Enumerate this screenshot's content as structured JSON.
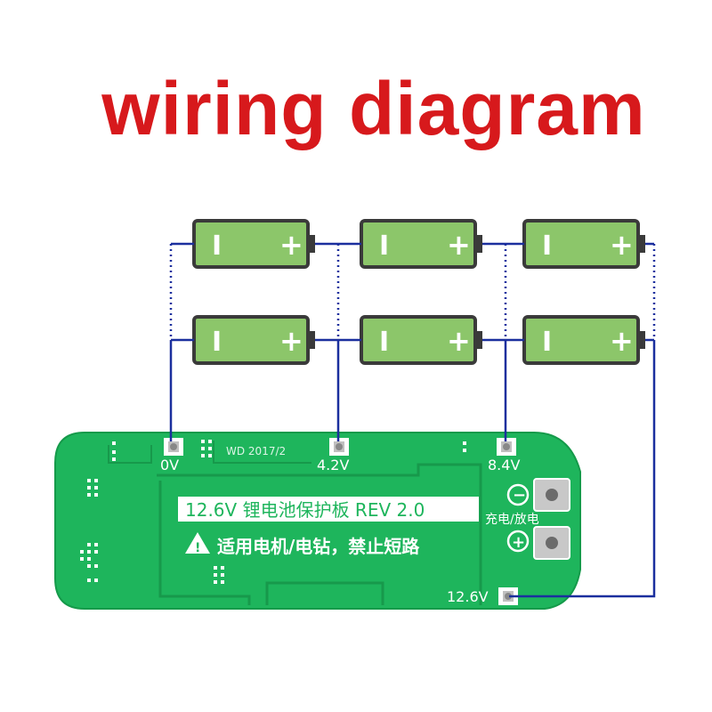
{
  "title": "wiring diagram",
  "battery": {
    "neg_symbol": "I",
    "pos_symbol": "+",
    "colors": {
      "body": "#8cc66a",
      "outline": "#3a3a3a"
    }
  },
  "board": {
    "label_main": "12.6V 锂电池保护板 REV 2.0",
    "label_warning": "适用电机/电钻，禁止短路",
    "silkscreen_code": "WD 2017/2",
    "charge_label": "充电/放电",
    "minus_symbol": "−",
    "plus_symbol": "+",
    "warning_symbol": "!",
    "pads": [
      {
        "label": "0V"
      },
      {
        "label": "4.2V"
      },
      {
        "label": "8.4V"
      },
      {
        "label": "12.6V"
      }
    ],
    "colors": {
      "pcb": "#1eb55c",
      "pcb_dark": "#17994b",
      "silk": "#ffffff"
    }
  },
  "wire_color": "#1b2f9e"
}
